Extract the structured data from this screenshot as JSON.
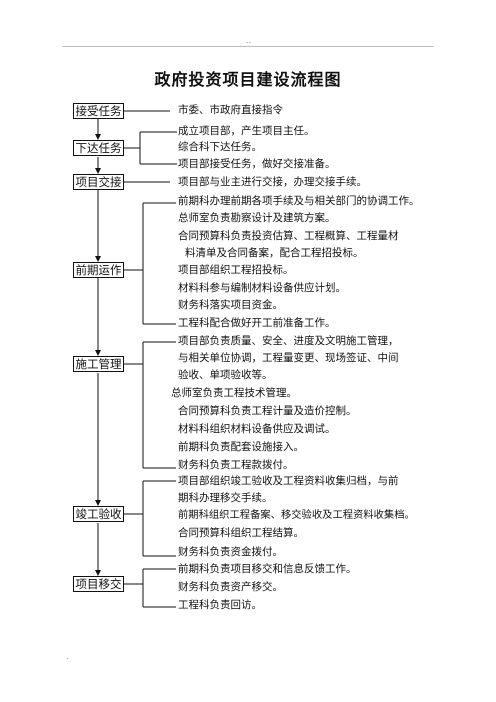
{
  "header_mark": "..",
  "footer_mark": ".",
  "title": "政府投资项目建设流程图",
  "stages": [
    {
      "label": "接受任务",
      "lines": [
        "市委、市政府直接指令"
      ]
    },
    {
      "label": "下达任务",
      "lines": [
        "成立项目部，产生项目主任。",
        "综合科下达任务。",
        "项目部接受任务，做好交接准备。"
      ]
    },
    {
      "label": "项目交接",
      "lines": [
        "项目部与业主进行交接，办理交接手续。"
      ]
    },
    {
      "label": "前期运作",
      "lines": [
        "前期科办理前期各项手续及与相关部门的协调工作。",
        "总师室负责勘察设计及建筑方案。",
        "合同预算科负责投资估算、工程概算、工程量材",
        "料清单及合同备案，配合工程招投标。",
        "项目部组织工程招投标。",
        "材料科参与编制材料设备供应计划。",
        "财务科落实项目资金。",
        "工程科配合做好开工前准备工作。"
      ]
    },
    {
      "label": "施工管理",
      "lines": [
        "项目部负责质量、安全、进度及文明施工管理，",
        "与相关单位协调，工程量变更、现场签证、中间",
        "验收、单项验收等。",
        "总师室负责工程技术管理。",
        "合同预算科负责工程计量及造价控制。",
        "材料科组织材料设备供应及调试。",
        "前期科负责配套设施接入。",
        "财务科负责工程款拨付。"
      ]
    },
    {
      "label": "竣工验收",
      "lines": [
        "项目部组织竣工验收及工程资料收集归档，与前",
        "期科办理移交手续。",
        "前期科组织工程备案、移交验收及工程资料收集档。",
        "合同预算科组织工程结算。",
        "财务科负责资金拨付。"
      ]
    },
    {
      "label": "项目移交",
      "lines": [
        "前期科负责项目移交和信息反馈工作。",
        "财务科负责资产移交。",
        "工程科负责回访。"
      ]
    }
  ]
}
